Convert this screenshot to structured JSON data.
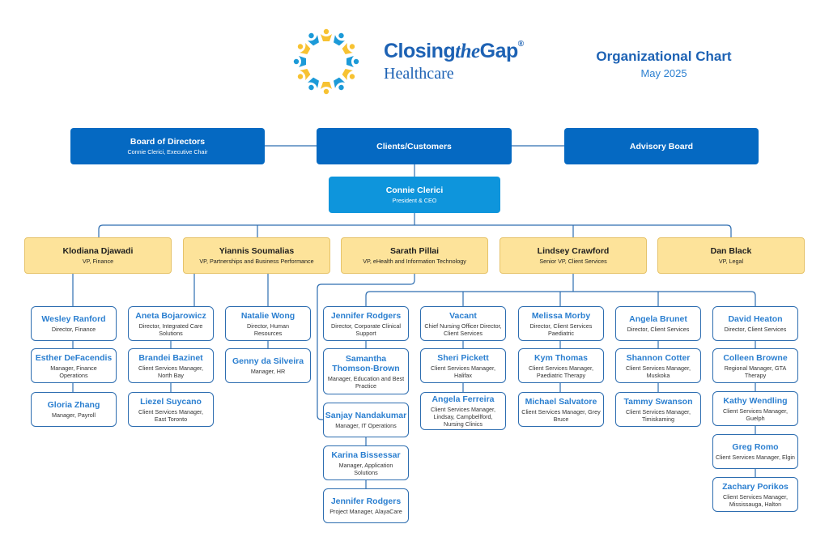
{
  "header": {
    "brand_closing": "Closing",
    "brand_the": "the",
    "brand_gap": "Gap",
    "brand_reg": "®",
    "brand_sub": "Healthcare",
    "title": "Organizational Chart",
    "date": "May 2025"
  },
  "top": {
    "board_name": "Board of Directors",
    "board_sub": "Connie Clerici, Executive Chair",
    "clients": "Clients/Customers",
    "advisory": "Advisory Board"
  },
  "ceo": {
    "name": "Connie Clerici",
    "title": "President & CEO"
  },
  "vps": [
    {
      "name": "Klodiana Djawadi",
      "title": "VP, Finance"
    },
    {
      "name": "Yiannis Soumalias",
      "title": "VP, Partnerships and Business Performance"
    },
    {
      "name": "Sarath Pillai",
      "title": "VP, eHealth and Information Technology"
    },
    {
      "name": "Lindsey Crawford",
      "title": "Senior VP, Client Services"
    },
    {
      "name": "Dan Black",
      "title": "VP, Legal"
    }
  ],
  "cards": {
    "finance": [
      {
        "name": "Wesley Ranford",
        "title": "Director, Finance"
      },
      {
        "name": "Esther DeFacendis",
        "title": "Manager, Finance Operations"
      },
      {
        "name": "Gloria Zhang",
        "title": "Manager, Payroll"
      }
    ],
    "integrated": [
      {
        "name": "Aneta Bojarowicz",
        "title": "Director, Integrated Care Solutions"
      },
      {
        "name": "Brandei Bazinet",
        "title": "Client Services Manager, North Bay"
      },
      {
        "name": "Liezel Suycano",
        "title": "Client Services Manager, East Toronto"
      }
    ],
    "hr": [
      {
        "name": "Natalie Wong",
        "title": "Director, Human Resources"
      },
      {
        "name": "Genny da Silveira",
        "title": "Manager, HR"
      }
    ],
    "clinical": [
      {
        "name": "Jennifer Rodgers",
        "title": "Director, Corporate Clinical Support"
      },
      {
        "name": "Samantha Thomson-Brown",
        "title": "Manager, Education and Best Practice"
      }
    ],
    "it": [
      {
        "name": "Sanjay Nandakumar",
        "title": "Manager, IT Operations"
      },
      {
        "name": "Karina Bissessar",
        "title": "Manager, Application Solutions"
      },
      {
        "name": "Jennifer Rodgers",
        "title": "Project Manager, AlayaCare"
      }
    ],
    "nursing": [
      {
        "name": "Vacant",
        "title": "Chief Nursing Officer Director, Client Services"
      },
      {
        "name": "Sheri Pickett",
        "title": "Client Services Manager, Halifax"
      },
      {
        "name": "Angela Ferreira",
        "title": "Client Services Manager, Lindsay, Campbellford, Nursing Clinics"
      }
    ],
    "paediatric": [
      {
        "name": "Melissa Morby",
        "title": "Director, Client Services Paediatric"
      },
      {
        "name": "Kym Thomas",
        "title": "Client Services Manager, Paediatric Therapy"
      },
      {
        "name": "Michael Salvatore",
        "title": "Client Services Manager, Grey Bruce"
      }
    ],
    "brunet": [
      {
        "name": "Angela Brunet",
        "title": "Director, Client Services"
      },
      {
        "name": "Shannon Cotter",
        "title": "Client Services Manager, Muskoka"
      },
      {
        "name": "Tammy Swanson",
        "title": "Client Services Manager, Timiskaming"
      }
    ],
    "heaton": [
      {
        "name": "David Heaton",
        "title": "Director, Client Services"
      },
      {
        "name": "Colleen Browne",
        "title": "Regional Manager, GTA Therapy"
      },
      {
        "name": "Kathy Wendling",
        "title": "Client Services Manager, Guelph"
      },
      {
        "name": "Greg Romo",
        "title": "Client Services Manager, Elgin"
      },
      {
        "name": "Zachary Porikos",
        "title": "Client Services Manager, Mississauga, Halton"
      }
    ]
  },
  "colors": {
    "dark_blue": "#0569c2",
    "ceo_blue": "#0e95dc",
    "vp_yellow": "#fde39a",
    "name_blue": "#2b7fd0",
    "logo_yellow": "#f7c232",
    "logo_blue": "#1c9ad8"
  }
}
